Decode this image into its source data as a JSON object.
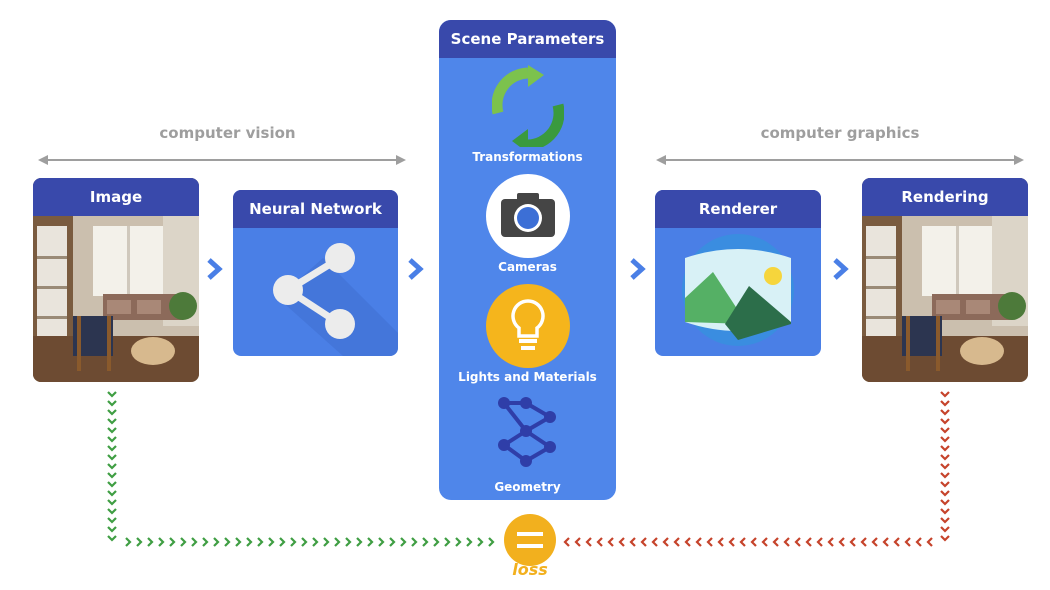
{
  "labels": {
    "computer_vision": "computer vision",
    "computer_graphics": "computer graphics",
    "image": "Image",
    "neural_network": "Neural Network",
    "scene_parameters": "Scene Parameters",
    "transformations": "Transformations",
    "cameras": "Cameras",
    "lights_and_materials": "Lights and Materials",
    "geometry": "Geometry",
    "renderer": "Renderer",
    "rendering": "Rendering",
    "loss": "loss"
  },
  "colors": {
    "header": "#3949ab",
    "card": "#4f86ea",
    "green": "#3f9e43",
    "red": "#c6432b",
    "yellow": "#f2b01e",
    "grey": "#9e9e9e"
  },
  "icons": [
    "share-icon",
    "sync-icon",
    "camera-icon",
    "lightbulb-icon",
    "geometry-icon",
    "landscape-icon",
    "equals-icon"
  ]
}
